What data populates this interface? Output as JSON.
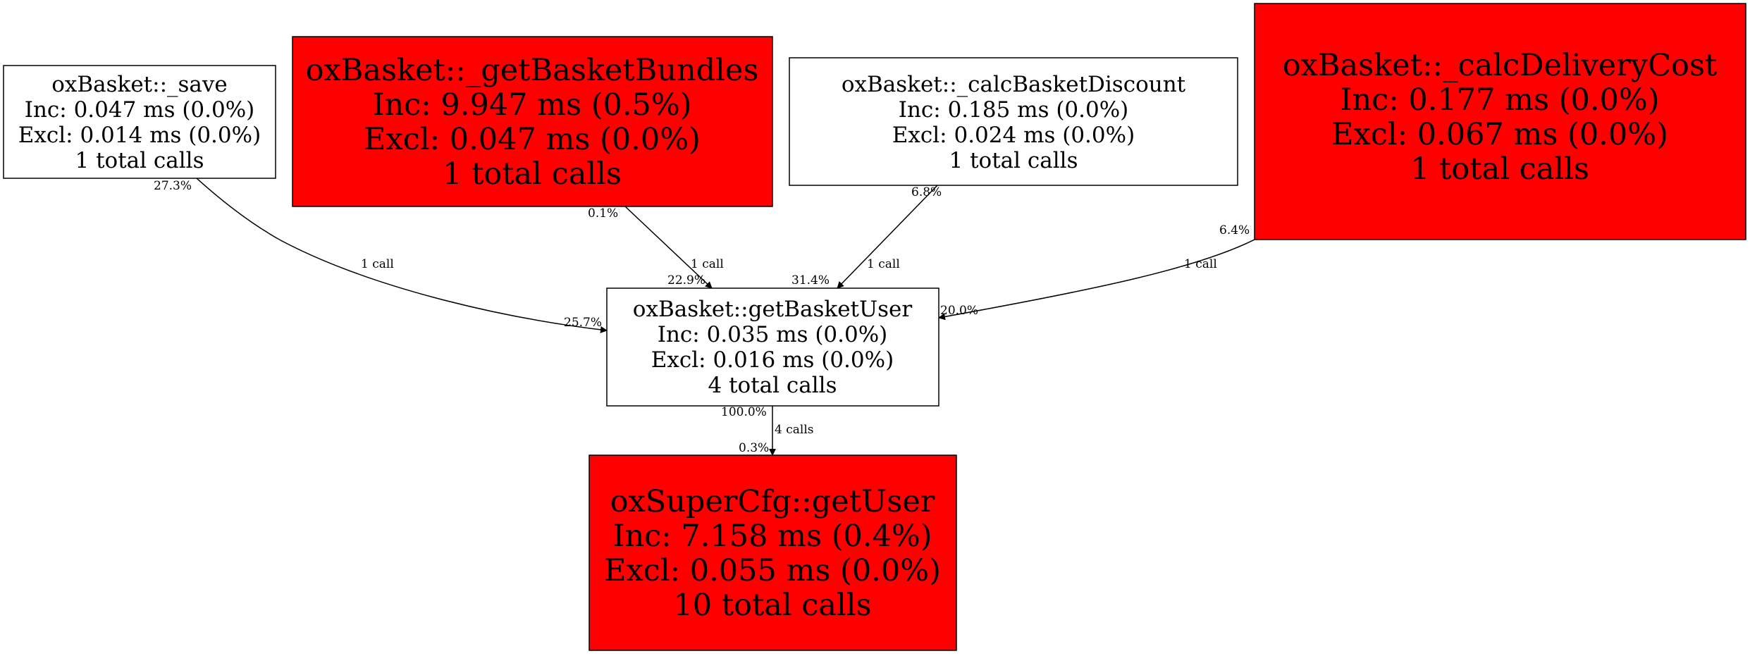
{
  "colors": {
    "hot": "#ff0000",
    "normal": "#ffffff"
  },
  "nodes": [
    {
      "name": "oxBasket::_save",
      "inc": "Inc: 0.047 ms (0.0%)",
      "excl": "Excl: 0.014 ms (0.0%)",
      "calls": "1 total calls"
    },
    {
      "name": "oxBasket::_getBasketBundles",
      "inc": "Inc: 9.947 ms (0.5%)",
      "excl": "Excl: 0.047 ms (0.0%)",
      "calls": "1 total calls"
    },
    {
      "name": "oxBasket::_calcBasketDiscount",
      "inc": "Inc: 0.185 ms (0.0%)",
      "excl": "Excl: 0.024 ms (0.0%)",
      "calls": "1 total calls"
    },
    {
      "name": "oxBasket::_calcDeliveryCost",
      "inc": "Inc: 0.177 ms (0.0%)",
      "excl": "Excl: 0.067 ms (0.0%)",
      "calls": "1 total calls"
    },
    {
      "name": "oxBasket::getBasketUser",
      "inc": "Inc: 0.035 ms (0.0%)",
      "excl": "Excl: 0.016 ms (0.0%)",
      "calls": "4 total calls"
    },
    {
      "name": "oxSuperCfg::getUser",
      "inc": "Inc: 7.158 ms (0.4%)",
      "excl": "Excl: 0.055 ms (0.0%)",
      "calls": "10 total calls"
    }
  ],
  "edges": [
    {
      "from": "oxBasket::_save",
      "to": "oxBasket::getBasketUser",
      "label": "1 call",
      "tail": "27.3%",
      "head": "25.7%"
    },
    {
      "from": "oxBasket::_getBasketBundles",
      "to": "oxBasket::getBasketUser",
      "label": "1 call",
      "tail": "0.1%",
      "head": "22.9%"
    },
    {
      "from": "oxBasket::_calcBasketDiscount",
      "to": "oxBasket::getBasketUser",
      "label": "1 call",
      "tail": "6.8%",
      "head": "31.4%"
    },
    {
      "from": "oxBasket::_calcDeliveryCost",
      "to": "oxBasket::getBasketUser",
      "label": "1 call",
      "tail": "6.4%",
      "head": "20.0%"
    },
    {
      "from": "oxBasket::getBasketUser",
      "to": "oxSuperCfg::getUser",
      "label": "4 calls",
      "tail": "100.0%",
      "head": "0.3%"
    }
  ]
}
